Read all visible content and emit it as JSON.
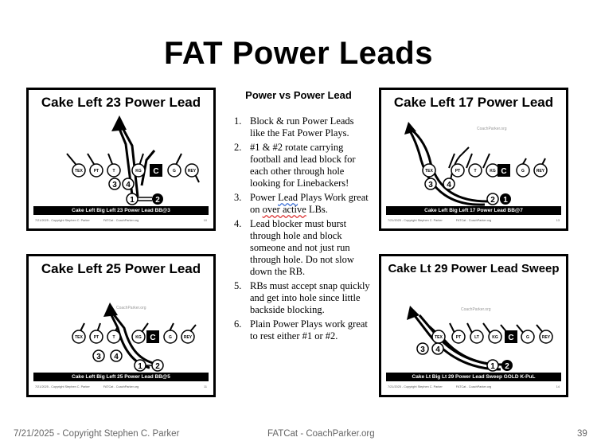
{
  "slide": {
    "title": "FAT Power Leads",
    "center_heading": "Power vs Power Lead",
    "points": [
      {
        "num": "1.",
        "text": "Block & run Power Leads like the Fat Power Plays."
      },
      {
        "num": "2.",
        "text": "#1 & #2 rotate carrying football and lead block for each other through hole looking for Linebackers!"
      },
      {
        "num": "3.",
        "pre": "Power ",
        "w1": "Lead",
        "mid": " Plays Work great on ",
        "w2": "over active",
        "post": " LBs."
      },
      {
        "num": "4.",
        "text": "Lead blocker must burst through hole and block someone and not just run through hole.  Do not slow down the RB."
      },
      {
        "num": "5.",
        "text": "RBs must accept snap quickly and get into hole since little backside blocking."
      },
      {
        "num": "6.",
        "text": "Plain Power Plays work great to rest either #1 or #2."
      }
    ],
    "footer": {
      "copyright": "7/21/2025 - Copyright Stephen C. Parker",
      "site": "FATCat - CoachParker.org",
      "page": "39"
    }
  },
  "panels": [
    {
      "title": "Cake Left 23 Power Lead",
      "caption": "Cake Left Big Left 23 Power Lead BB@3",
      "line_labels": [
        "TEX",
        "PT",
        "T",
        "KG",
        "C",
        "G",
        "REY"
      ],
      "back_labels": [
        "3",
        "4",
        "1",
        "2"
      ],
      "mini_footer": {
        "left": "7/21/2025 - Copyright Stephen C. Parker",
        "center": "FATCat - CoachParker.org",
        "right": "10"
      }
    },
    {
      "title": "Cake Left 17 Power Lead",
      "caption": "Cake Left Big Left 17 Power Lead BB@7",
      "line_labels": [
        "TEX",
        "PT",
        "T",
        "KG",
        "C",
        "G",
        "REY"
      ],
      "back_labels": [
        "3",
        "4",
        "2",
        "1"
      ],
      "watermark": "CoachParker.org",
      "mini_footer": {
        "left": "7/21/2025 - Copyright Stephen C. Parker",
        "center": "FATCat - CoachParker.org",
        "right": "13"
      }
    },
    {
      "title": "Cake Left 25 Power Lead",
      "caption": "Cake Left Big Left 25 Power Lead BB@5",
      "line_labels": [
        "TEX",
        "PT",
        "T",
        "KG",
        "C",
        "G",
        "REY"
      ],
      "back_labels": [
        "3",
        "4",
        "1",
        "2"
      ],
      "watermark": "CoachParker.org",
      "mini_footer": {
        "left": "7/21/2025 - Copyright Stephen C. Parker",
        "center": "FATCat - CoachParker.org",
        "right": "11"
      }
    },
    {
      "title": "Cake Lt 29 Power Lead Sweep",
      "caption": "Cake Lt Big Lt 29 Power Lead Sweep GOLD K-PuL",
      "line_labels": [
        "TEX",
        "PT",
        "LT",
        "KG",
        "C",
        "G",
        "REY"
      ],
      "back_labels": [
        "3",
        "4",
        "1",
        "2"
      ],
      "watermark": "CoachParker.org",
      "mini_footer": {
        "left": "7/21/2025 - Copyright Stephen C. Parker",
        "center": "FATCat - CoachParker.org",
        "right": "14"
      }
    }
  ]
}
